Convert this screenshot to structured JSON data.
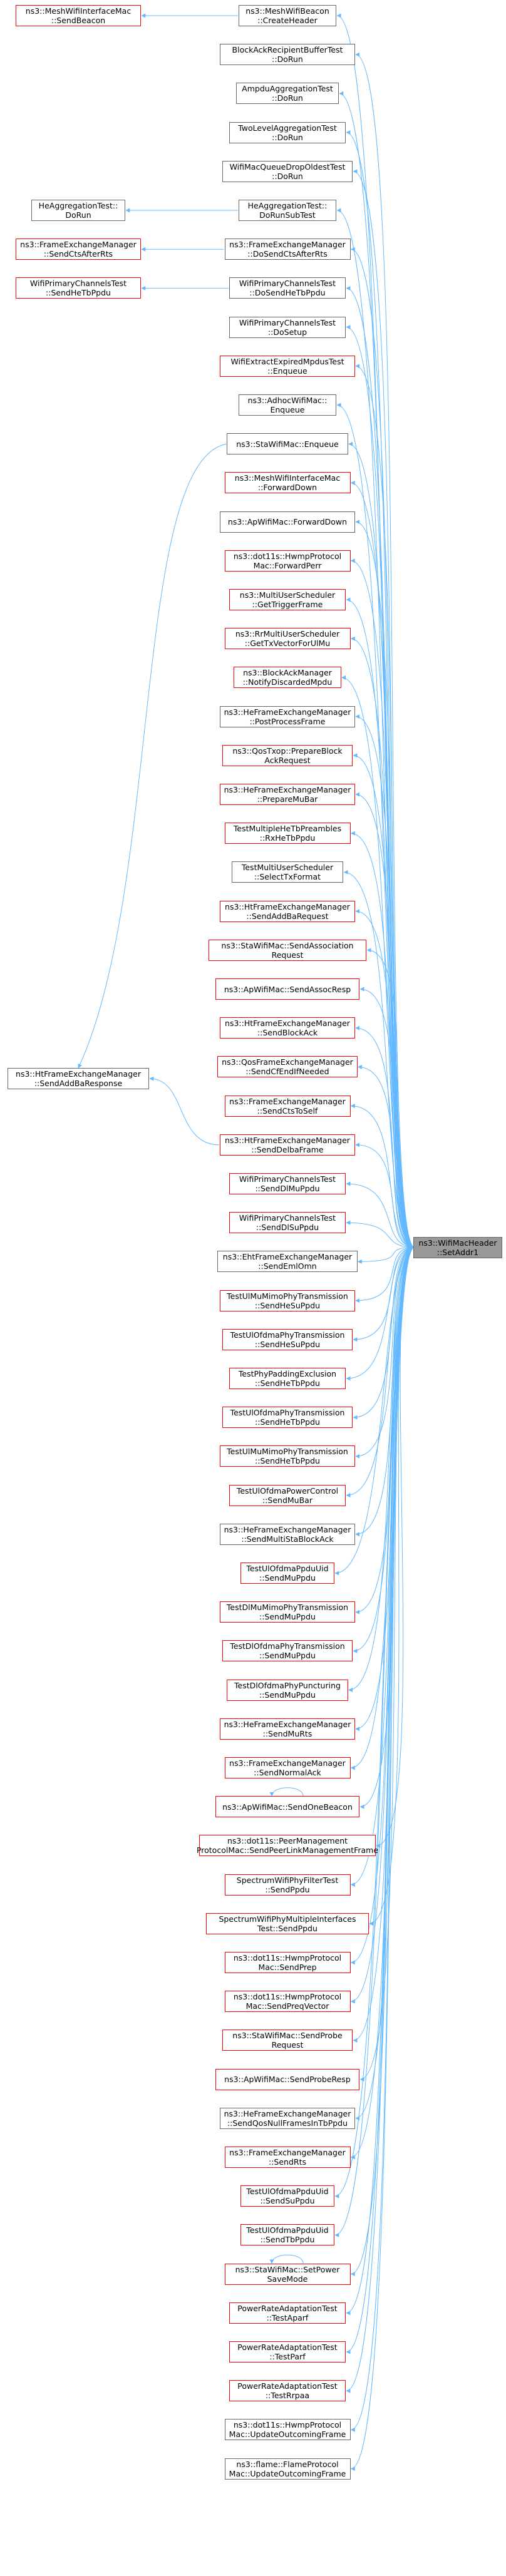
{
  "colors": {
    "edge": "#63b8ff",
    "node_border": "#666666",
    "node_border_undocumented": "#ff0000",
    "target_fill": "#999999"
  },
  "target": {
    "id": "target",
    "label": "ns3::WifiMacHeader\n::SetAddr1"
  },
  "nodes": [
    {
      "id": "c0",
      "label": "ns3::MeshWifiBeacon\n::CreateHeader",
      "red": false
    },
    {
      "id": "c1",
      "label": "BlockAckRecipientBufferTest\n::DoRun",
      "red": false
    },
    {
      "id": "c2",
      "label": "AmpduAggregationTest\n::DoRun",
      "red": false
    },
    {
      "id": "c3",
      "label": "TwoLevelAggregationTest\n::DoRun",
      "red": false
    },
    {
      "id": "c4",
      "label": "WifiMacQueueDropOldestTest\n::DoRun",
      "red": false
    },
    {
      "id": "c5",
      "label": "HeAggregationTest::\nDoRunSubTest",
      "red": false
    },
    {
      "id": "c6",
      "label": "ns3::FrameExchangeManager\n::DoSendCtsAfterRts",
      "red": false
    },
    {
      "id": "c7",
      "label": "WifiPrimaryChannelsTest\n::DoSendHeTbPpdu",
      "red": false
    },
    {
      "id": "c8",
      "label": "WifiPrimaryChannelsTest\n::DoSetup",
      "red": false
    },
    {
      "id": "c9",
      "label": "WifiExtractExpiredMpdusTest\n::Enqueue",
      "red": true
    },
    {
      "id": "c10",
      "label": "ns3::AdhocWifiMac::\nEnqueue",
      "red": false
    },
    {
      "id": "c11",
      "label": "ns3::StaWifiMac::Enqueue",
      "red": false
    },
    {
      "id": "c12",
      "label": "ns3::MeshWifiInterfaceMac\n::ForwardDown",
      "red": true
    },
    {
      "id": "c13",
      "label": "ns3::ApWifiMac::ForwardDown",
      "red": false
    },
    {
      "id": "c14",
      "label": "ns3::dot11s::HwmpProtocol\nMac::ForwardPerr",
      "red": true
    },
    {
      "id": "c15",
      "label": "ns3::MultiUserScheduler\n::GetTriggerFrame",
      "red": true
    },
    {
      "id": "c16",
      "label": "ns3::RrMultiUserScheduler\n::GetTxVectorForUlMu",
      "red": true
    },
    {
      "id": "c17",
      "label": "ns3::BlockAckManager\n::NotifyDiscardedMpdu",
      "red": true
    },
    {
      "id": "c18",
      "label": "ns3::HeFrameExchangeManager\n::PostProcessFrame",
      "red": false
    },
    {
      "id": "c19",
      "label": "ns3::QosTxop::PrepareBlock\nAckRequest",
      "red": true
    },
    {
      "id": "c20",
      "label": "ns3::HeFrameExchangeManager\n::PrepareMuBar",
      "red": true
    },
    {
      "id": "c21",
      "label": "TestMultipleHeTbPreambles\n::RxHeTbPpdu",
      "red": true
    },
    {
      "id": "c22",
      "label": "TestMultiUserScheduler\n::SelectTxFormat",
      "red": false
    },
    {
      "id": "c23",
      "label": "ns3::HtFrameExchangeManager\n::SendAddBaRequest",
      "red": true
    },
    {
      "id": "c24",
      "label": "ns3::StaWifiMac::SendAssociation\nRequest",
      "red": true
    },
    {
      "id": "c25",
      "label": "ns3::ApWifiMac::SendAssocResp",
      "red": true
    },
    {
      "id": "c26",
      "label": "ns3::HtFrameExchangeManager\n::SendBlockAck",
      "red": true
    },
    {
      "id": "c27",
      "label": "ns3::QosFrameExchangeManager\n::SendCfEndIfNeeded",
      "red": true
    },
    {
      "id": "c28",
      "label": "ns3::FrameExchangeManager\n::SendCtsToSelf",
      "red": true
    },
    {
      "id": "c29",
      "label": "ns3::HtFrameExchangeManager\n::SendDelbaFrame",
      "red": true
    },
    {
      "id": "c30",
      "label": "WifiPrimaryChannelsTest\n::SendDlMuPpdu",
      "red": true
    },
    {
      "id": "c31",
      "label": "WifiPrimaryChannelsTest\n::SendDlSuPpdu",
      "red": true
    },
    {
      "id": "c32",
      "label": "ns3::EhtFrameExchangeManager\n::SendEmlOmn",
      "red": false
    },
    {
      "id": "c33",
      "label": "TestUlMuMimoPhyTransmission\n::SendHeSuPpdu",
      "red": true
    },
    {
      "id": "c34",
      "label": "TestUlOfdmaPhyTransmission\n::SendHeSuPpdu",
      "red": true
    },
    {
      "id": "c35",
      "label": "TestPhyPaddingExclusion\n::SendHeTbPpdu",
      "red": true
    },
    {
      "id": "c36",
      "label": "TestUlOfdmaPhyTransmission\n::SendHeTbPpdu",
      "red": true
    },
    {
      "id": "c37",
      "label": "TestUlMuMimoPhyTransmission\n::SendHeTbPpdu",
      "red": true
    },
    {
      "id": "c38",
      "label": "TestUlOfdmaPowerControl\n::SendMuBar",
      "red": true
    },
    {
      "id": "c39",
      "label": "ns3::HeFrameExchangeManager\n::SendMultiStaBlockAck",
      "red": false
    },
    {
      "id": "c40",
      "label": "TestUlOfdmaPpduUid\n::SendMuPpdu",
      "red": true
    },
    {
      "id": "c41",
      "label": "TestDlMuMimoPhyTransmission\n::SendMuPpdu",
      "red": true
    },
    {
      "id": "c42",
      "label": "TestDlOfdmaPhyTransmission\n::SendMuPpdu",
      "red": true
    },
    {
      "id": "c43",
      "label": "TestDlOfdmaPhyPuncturing\n::SendMuPpdu",
      "red": true
    },
    {
      "id": "c44",
      "label": "ns3::HeFrameExchangeManager\n::SendMuRts",
      "red": true
    },
    {
      "id": "c45",
      "label": "ns3::FrameExchangeManager\n::SendNormalAck",
      "red": true
    },
    {
      "id": "c46",
      "label": "ns3::ApWifiMac::SendOneBeacon",
      "red": true
    },
    {
      "id": "c47",
      "label": "ns3::dot11s::PeerManagement\nProtocolMac::SendPeerLinkManagementFrame",
      "red": true
    },
    {
      "id": "c48",
      "label": "SpectrumWifiPhyFilterTest\n::SendPpdu",
      "red": true
    },
    {
      "id": "c49",
      "label": "SpectrumWifiPhyMultipleInterfaces\nTest::SendPpdu",
      "red": true
    },
    {
      "id": "c50",
      "label": "ns3::dot11s::HwmpProtocol\nMac::SendPrep",
      "red": true
    },
    {
      "id": "c51",
      "label": "ns3::dot11s::HwmpProtocol\nMac::SendPreqVector",
      "red": true
    },
    {
      "id": "c52",
      "label": "ns3::StaWifiMac::SendProbe\nRequest",
      "red": true
    },
    {
      "id": "c53",
      "label": "ns3::ApWifiMac::SendProbeResp",
      "red": true
    },
    {
      "id": "c54",
      "label": "ns3::HeFrameExchangeManager\n::SendQosNullFramesInTbPpdu",
      "red": false
    },
    {
      "id": "c55",
      "label": "ns3::FrameExchangeManager\n::SendRts",
      "red": true
    },
    {
      "id": "c56",
      "label": "TestUlOfdmaPpduUid\n::SendSuPpdu",
      "red": true
    },
    {
      "id": "c57",
      "label": "TestUlOfdmaPpduUid\n::SendTbPpdu",
      "red": true
    },
    {
      "id": "c58",
      "label": "ns3::StaWifiMac::SetPower\nSaveMode",
      "red": true
    },
    {
      "id": "c59",
      "label": "PowerRateAdaptationTest\n::TestAparf",
      "red": true
    },
    {
      "id": "c60",
      "label": "PowerRateAdaptationTest\n::TestParf",
      "red": true
    },
    {
      "id": "c61",
      "label": "PowerRateAdaptationTest\n::TestRrpaa",
      "red": true
    },
    {
      "id": "c62",
      "label": "ns3::dot11s::HwmpProtocol\nMac::UpdateOutcomingFrame",
      "red": false
    },
    {
      "id": "c63",
      "label": "ns3::flame::FlameProtocol\nMac::UpdateOutcomingFrame",
      "red": false
    },
    {
      "id": "l0",
      "label": "ns3::MeshWifiInterfaceMac\n::SendBeacon",
      "red": true
    },
    {
      "id": "l1",
      "label": "HeAggregationTest::\nDoRun",
      "red": false
    },
    {
      "id": "l2",
      "label": "ns3::FrameExchangeManager\n::SendCtsAfterRts",
      "red": true
    },
    {
      "id": "l3",
      "label": "WifiPrimaryChannelsTest\n::SendHeTbPpdu",
      "red": true
    },
    {
      "id": "l4",
      "label": "ns3::HtFrameExchangeManager\n::SendAddBaResponse",
      "red": false
    }
  ],
  "edges": [
    {
      "from": "l0",
      "to": "c0"
    },
    {
      "from": "l1",
      "to": "c5"
    },
    {
      "from": "l2",
      "to": "c6"
    },
    {
      "from": "l3",
      "to": "c7"
    },
    {
      "from": "l4",
      "to": "c11"
    },
    {
      "from": "l4",
      "to": "c29"
    },
    {
      "from": "c46",
      "to": "c46"
    },
    {
      "from": "c58",
      "to": "c58"
    }
  ]
}
